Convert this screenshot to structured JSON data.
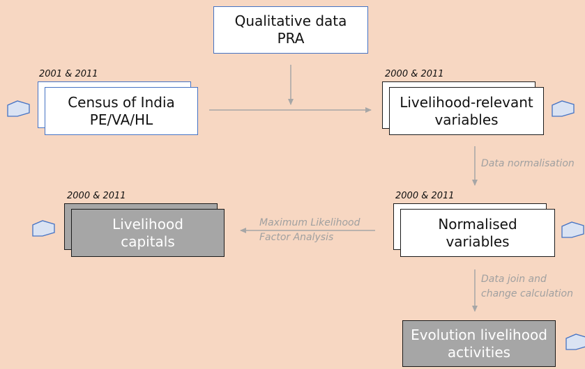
{
  "nodes": {
    "qualitative": {
      "line1": "Qualitative data",
      "line2": "PRA"
    },
    "census": {
      "year": "2001 & 2011",
      "line1": "Census of India",
      "line2": "PE/VA/HL"
    },
    "livelihood_vars": {
      "year": "2000 & 2011",
      "line1": "Livelihood-relevant",
      "line2": "variables"
    },
    "normalised": {
      "year": "2000 & 2011",
      "line1": "Normalised",
      "line2": "variables"
    },
    "capitals": {
      "year": "2000 & 2011",
      "line1": "Livelihood",
      "line2": "capitals"
    },
    "evolution": {
      "line1": "Evolution livelihood",
      "line2": "activities"
    }
  },
  "edges": {
    "normalisation": {
      "line1": "Data normalisation"
    },
    "factor_analysis": {
      "line1": "Maximum Likelihood",
      "line2": "Factor Analysis"
    },
    "join": {
      "line1": "Data join and",
      "line2": "change calculation"
    }
  },
  "colors": {
    "background": "#F7D7C2",
    "arrow": "#A6A6A6",
    "gray_box": "#A6A6A6",
    "blue_border": "#4472C4",
    "icon_fill": "#DAE3F3",
    "icon_stroke": "#4472C4"
  },
  "icons": [
    "map-pin-icon"
  ]
}
